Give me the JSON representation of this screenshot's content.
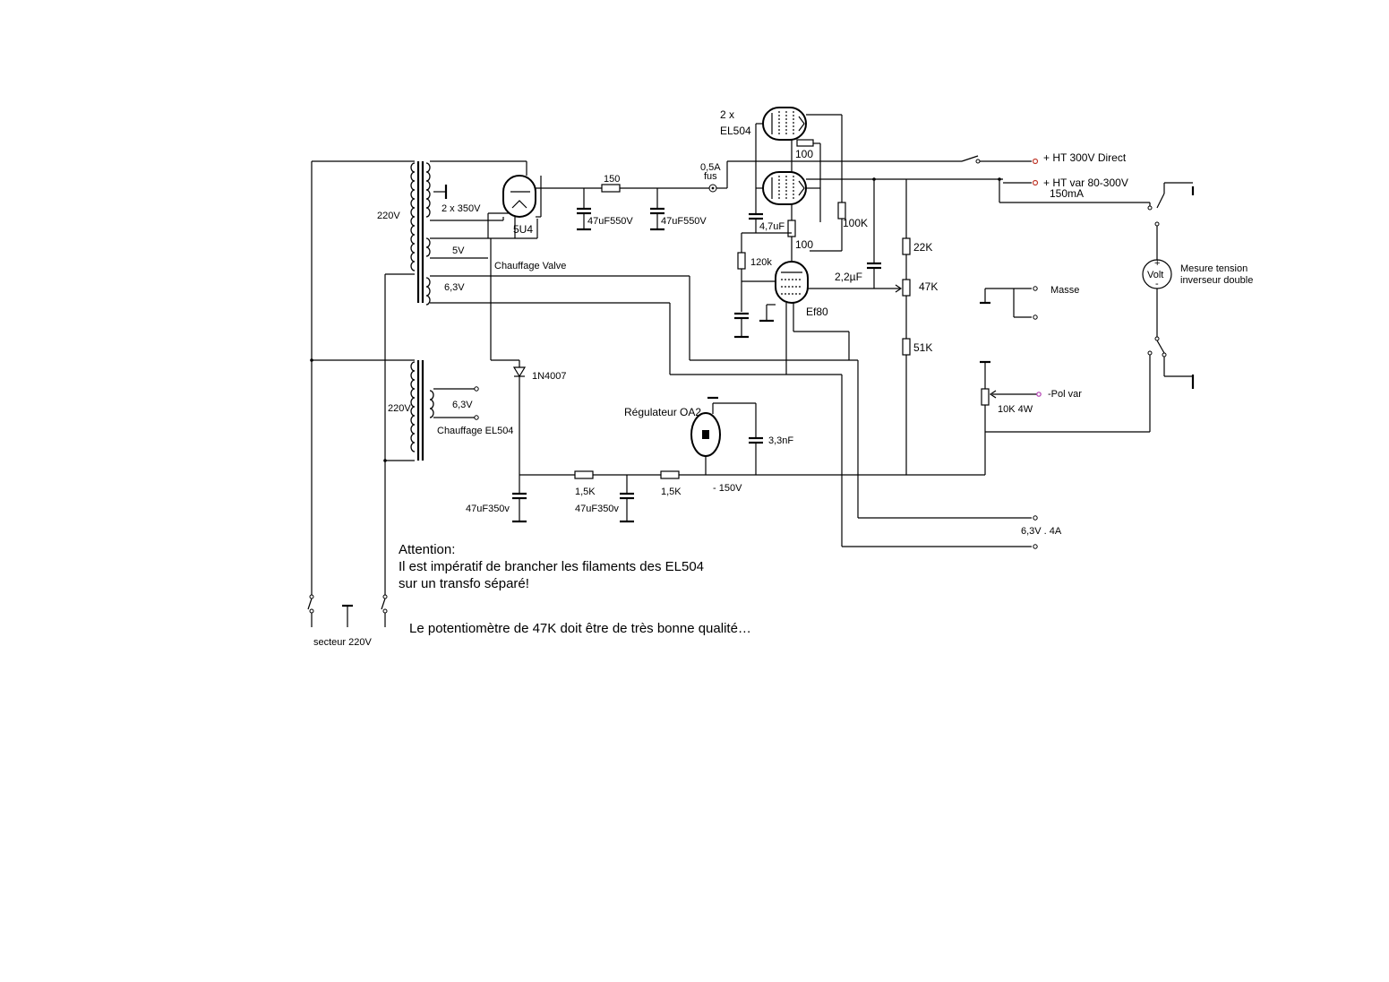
{
  "labels": {
    "tr1_primary": "220V",
    "tr1_sec_ht": "2 x 350V",
    "tr1_sec_5v": "5V",
    "tr1_sec_63": "6,3V",
    "tube_5u4": "5U4",
    "chauffage_valve": "Chauffage Valve",
    "r150": "150",
    "c1": "47uF550V",
    "c2": "47uF550V",
    "fuse": "0,5A\nfus",
    "el504_count": "2 x",
    "el504": "EL504",
    "r100_top": "100",
    "r100_bottom": "100",
    "c47": "4,7uF",
    "r100k": "100K",
    "r120k": "120k",
    "c22": "2,2µF",
    "ef80": "Ef80",
    "r22k": "22K",
    "pot47k": "47K",
    "r51k": "51K",
    "out_ht_direct": "+ HT 300V Direct",
    "out_ht_var": "+ HT var 80-300V",
    "out_ht_var_current": "150mA",
    "voltmeter": "Volt",
    "volt_plus": "+",
    "volt_minus": "-",
    "meter_label_1": "Mesure tension",
    "meter_label_2": "inverseur double",
    "masse": "Masse",
    "pol_var": "-Pol var",
    "pot10k": "10K 4W",
    "d1": "1N4007",
    "regulator": "Régulateur OA2",
    "c33": "3,3nF",
    "tr2_primary": "220V",
    "tr2_sec": "6,3V",
    "chauffage_el504": "Chauffage EL504",
    "c_neg1": "47uF350v",
    "r15k_1": "1,5K",
    "c_neg2": "47uF350v",
    "r15k_2": "1,5K",
    "neg150": "- 150V",
    "out_heater": "6,3V . 4A",
    "mains": "secteur 220V"
  },
  "notes": {
    "warning_title": "Attention:",
    "warning_line1": "Il est impératif de brancher les filaments des EL504",
    "warning_line2": "sur un transfo séparé!",
    "pot_note": "Le potentiomètre de 47K doit être de très bonne qualité…"
  },
  "colors": {
    "ink": "#000000",
    "terminal_ht": "#c0392b",
    "terminal_pol": "#b03ab0"
  }
}
